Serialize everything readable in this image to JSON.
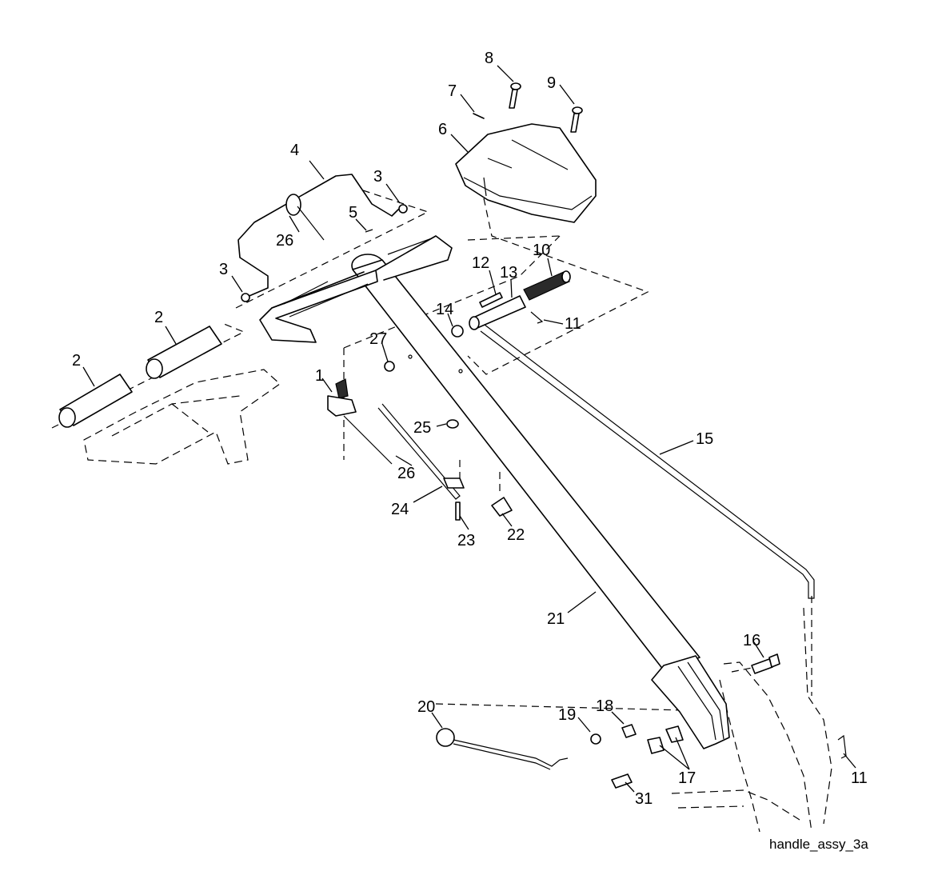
{
  "labels": {
    "p1": "1",
    "p2a": "2",
    "p2b": "2",
    "p3a": "3",
    "p3b": "3",
    "p4": "4",
    "p5": "5",
    "p6": "6",
    "p7": "7",
    "p8": "8",
    "p9": "9",
    "p10": "10",
    "p11a": "11",
    "p11b": "11",
    "p12": "12",
    "p13": "13",
    "p14": "14",
    "p15": "15",
    "p16": "16",
    "p17": "17",
    "p18": "18",
    "p19": "19",
    "p20": "20",
    "p21": "21",
    "p22": "22",
    "p23": "23",
    "p24": "24",
    "p25": "25",
    "p26a": "26",
    "p26b": "26",
    "p27": "27",
    "p31": "31"
  },
  "caption": "handle_assy_3a"
}
